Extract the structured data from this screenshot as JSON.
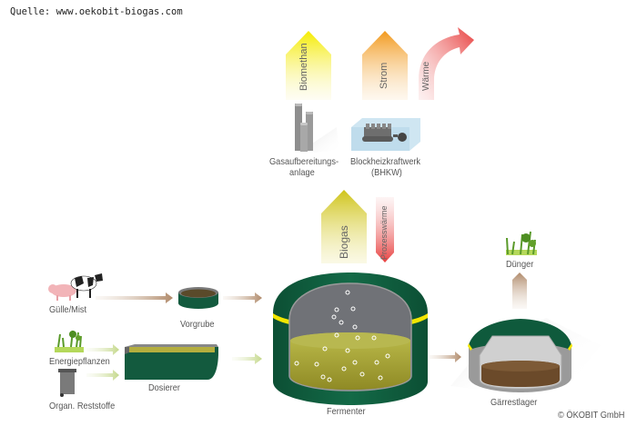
{
  "source": "Quelle: www.oekobit-biogas.com",
  "outputs": {
    "biomethan": "Biomethan",
    "strom": "Strom",
    "waerme": "Wärme"
  },
  "units": {
    "gasaufbereitung_line1": "Gasaufbereitungs-",
    "gasaufbereitung_line2": "anlage",
    "bhkw_line1": "Blockheizkraftwerk",
    "bhkw_line2": "(BHKW)"
  },
  "flows": {
    "biogas": "Biogas",
    "prozesswaerme": "Prozesswärme"
  },
  "inputs": {
    "guelle": "Gülle/Mist",
    "energiepflanzen": "Energiepflanzen",
    "reststoffe": "Organ. Reststoffe"
  },
  "stations": {
    "vorgrube": "Vorgrube",
    "dosierer": "Dosierer",
    "fermenter": "Fermenter",
    "gaerrestlager": "Gärrestlager",
    "duenger": "Dünger"
  },
  "copyright": "© ÖKOBIT GmbH",
  "colors": {
    "tank_green": "#0f5a3c",
    "yellow_band": "#f2e600",
    "biomethan": "#f5ec1a",
    "strom": "#f39a2a",
    "waerme": "#e8484a",
    "biogas": "#cfc52a",
    "substrate": "#a8a832",
    "digestate": "#6b4a2a"
  }
}
